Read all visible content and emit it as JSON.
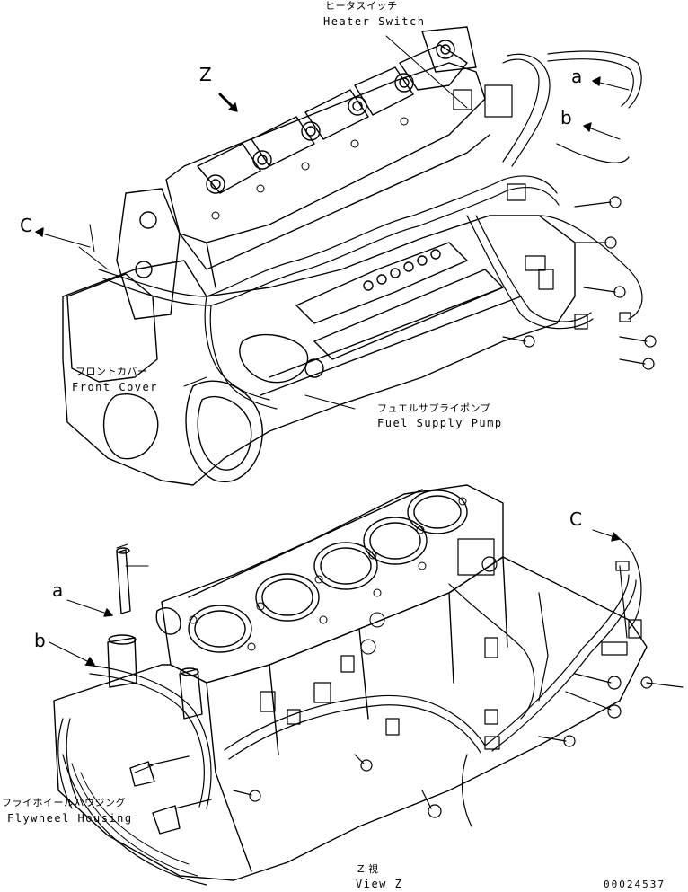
{
  "labels": {
    "heater_switch": {
      "jp": "ヒータスイッチ",
      "en": "Heater Switch"
    },
    "front_cover": {
      "jp": "フロントカバー",
      "en": "Front Cover"
    },
    "fuel_supply_pump": {
      "jp": "フュエルサプライポンプ",
      "en": "Fuel Supply Pump"
    },
    "flywheel_housing": {
      "jp": "フライホイールハウジング",
      "en": "Flywheel Housing"
    },
    "view_z": {
      "jp": "Z  視",
      "en": "View Z"
    }
  },
  "markers": {
    "z": "Z",
    "a_top": "a",
    "b_top": "b",
    "c_top": "C",
    "c_bottom": "C",
    "a_bottom": "a",
    "b_bottom": "b"
  },
  "part_number": "00024537"
}
